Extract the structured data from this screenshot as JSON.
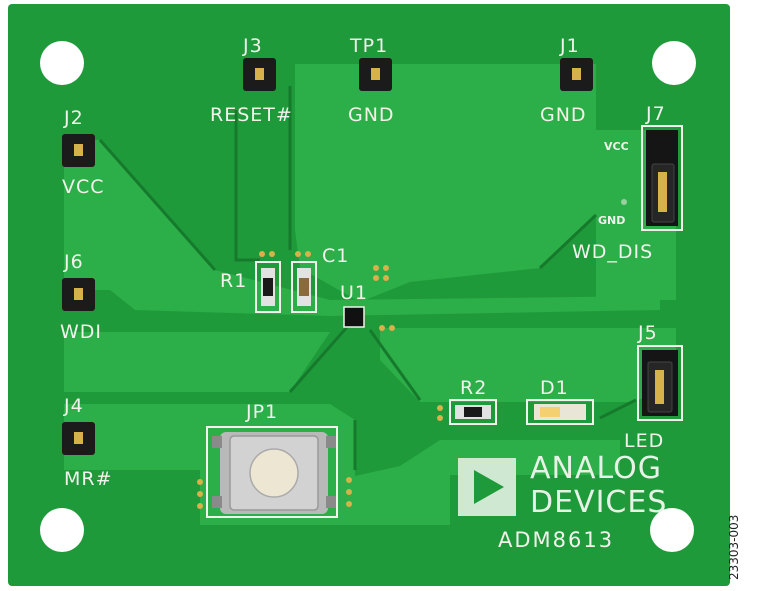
{
  "board": {
    "part_number": "ADM8613",
    "logo_line1": "ANALOG",
    "logo_line2": "DEVICES",
    "colors": {
      "pcb": "#1f9a3a",
      "pour": "#2cae48",
      "silk": "#f2f2ec",
      "pad": "#d7b24a"
    }
  },
  "labels": {
    "j3": "J3",
    "reset": "RESET#",
    "tp1": "TP1",
    "tp1_gnd": "GND",
    "j1": "J1",
    "j1_gnd": "GND",
    "j2": "J2",
    "vcc": "VCC",
    "j7": "J7",
    "j7_vcc": "VCC",
    "j7_gnd": "GND",
    "wd_dis": "WD_DIS",
    "r1": "R1",
    "c1": "C1",
    "u1": "U1",
    "j6": "J6",
    "wdi": "WDI",
    "j5": "J5",
    "led": "LED",
    "r2": "R2",
    "d1": "D1",
    "j4": "J4",
    "mr": "MR#",
    "jp1": "JP1"
  },
  "figure_id": "23303-003"
}
